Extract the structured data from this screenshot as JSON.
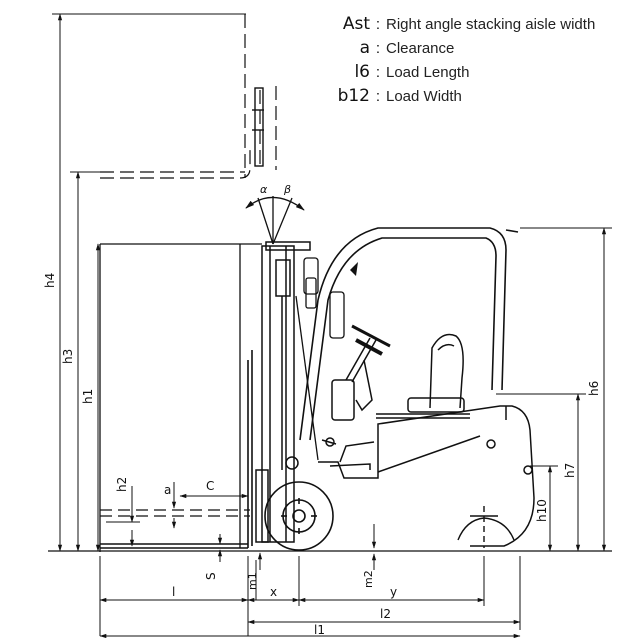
{
  "legend": [
    {
      "symbol": "Ast",
      "description": "Right angle stacking aisle width"
    },
    {
      "symbol": "a",
      "description": "Clearance"
    },
    {
      "symbol": "l6",
      "description": "Load Length"
    },
    {
      "symbol": "b12",
      "description": "Load Width"
    }
  ],
  "angle_labels": {
    "alpha": "α",
    "beta": "β"
  },
  "dimension_labels": {
    "h4": "h4",
    "h3": "h3",
    "h1": "h1",
    "h2": "h2",
    "h6": "h6",
    "h7": "h7",
    "h10": "h10",
    "a": "a",
    "c": "C",
    "s": "S",
    "m1": "m1",
    "m2": "m2",
    "l": "l",
    "x": "x",
    "y": "y",
    "l2": "l2",
    "l1": "l1"
  }
}
